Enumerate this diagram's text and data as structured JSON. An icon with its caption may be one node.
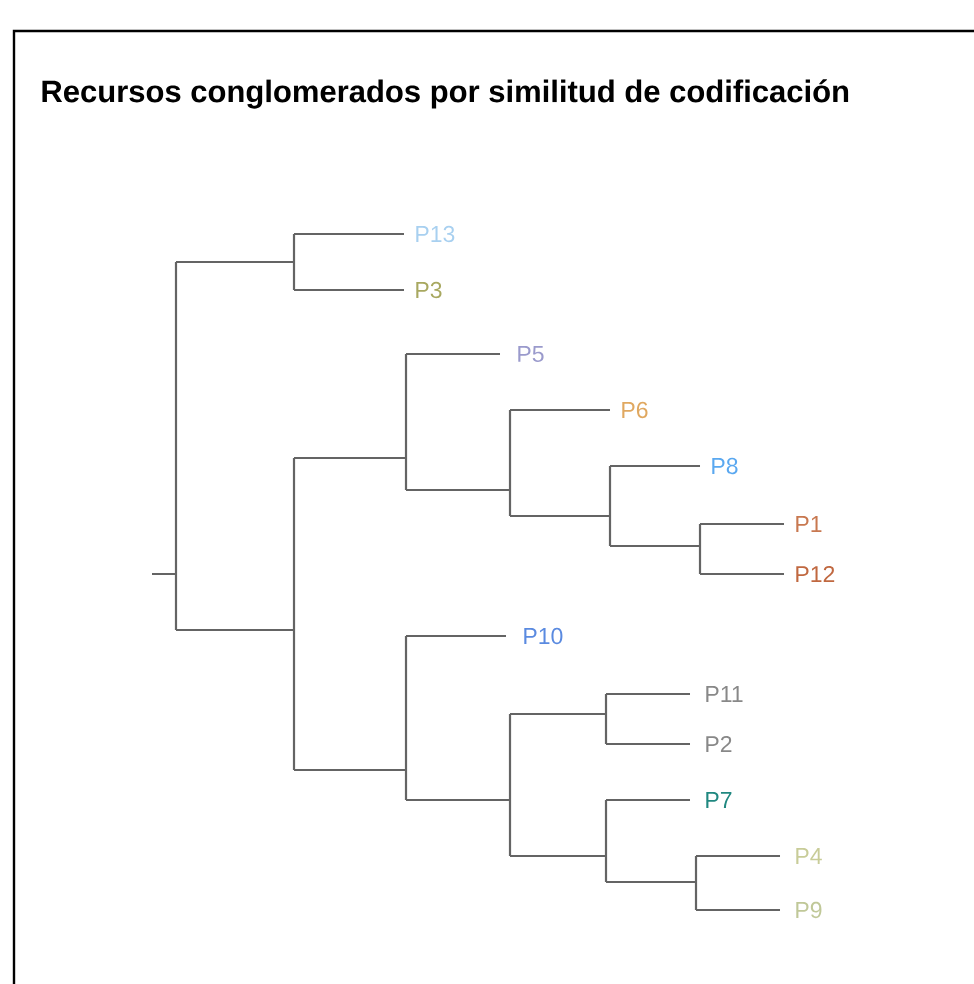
{
  "diagram": {
    "title": "Recursos conglomerados por similitud de codificación",
    "labels": [
      "P13",
      "P3",
      "P5",
      "P6",
      "P8",
      "P1",
      "P12",
      "P10",
      "P11",
      "P2",
      "P7",
      "P4",
      "P9"
    ]
  }
}
